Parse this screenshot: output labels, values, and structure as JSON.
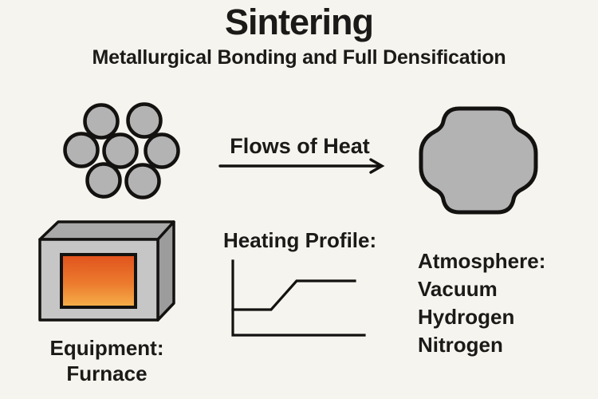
{
  "header": {
    "title": "Sintering",
    "subtitle": "Metallurgical Bonding and Full Densification"
  },
  "process": {
    "heat_flow_label": "Flows of Heat"
  },
  "heating_profile": {
    "label": "Heating Profile:"
  },
  "atmosphere": {
    "label": "Atmosphere:",
    "options": [
      "Vacuum",
      "Hydrogen",
      "Nitrogen"
    ]
  },
  "equipment": {
    "label": "Equipment:",
    "value": "Furnace"
  },
  "colors": {
    "page_bg": "#f6f4ee",
    "ink": "#1c1a18",
    "outline": "#141210",
    "particle_fill": "#b3b3b3",
    "furnace_front": "#c6c6c6",
    "furnace_top": "#a9a9a9",
    "furnace_side": "#9c9c9c",
    "glow_top": "#e0521d",
    "glow_mid": "#ec7b2e",
    "glow_bottom": "#f6b04a"
  }
}
